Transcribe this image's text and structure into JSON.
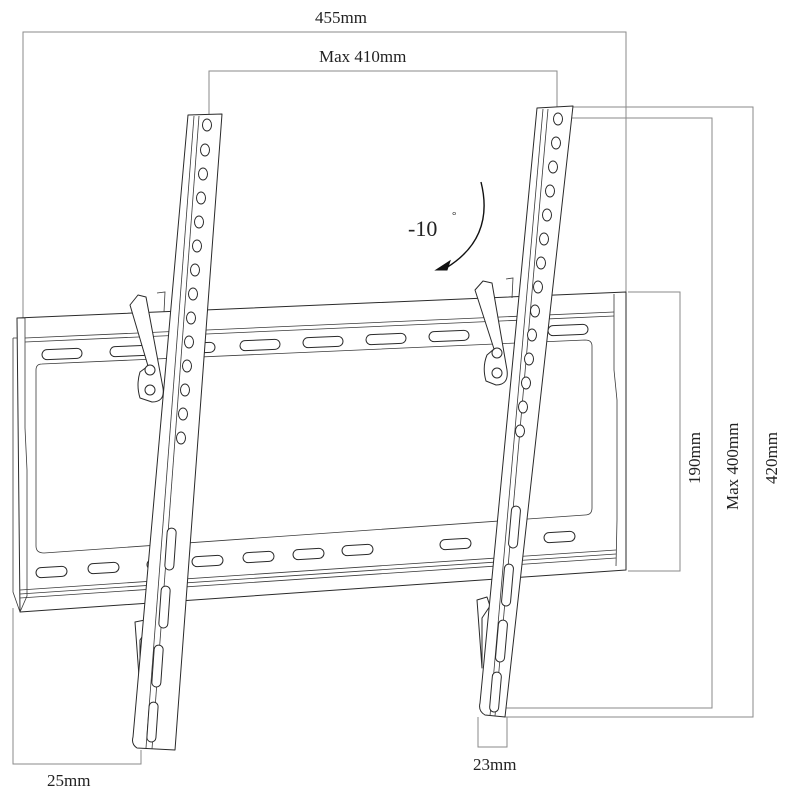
{
  "diagram": {
    "subject": "Tilting TV wall mount bracket",
    "colors": {
      "line": "#2a2a2a",
      "dimension_line": "#8a8a8a",
      "background": "#ffffff"
    },
    "dimensions": {
      "overall_width": "455mm",
      "max_vesa_width": "Max 410mm",
      "wall_plate_height": "190mm",
      "max_vesa_height": "Max 400mm",
      "arm_height": "420mm",
      "wall_clearance_left": "25mm",
      "wall_clearance_right": "23mm"
    },
    "tilt": {
      "angle_label": "-10",
      "degree_symbol": "°"
    }
  }
}
